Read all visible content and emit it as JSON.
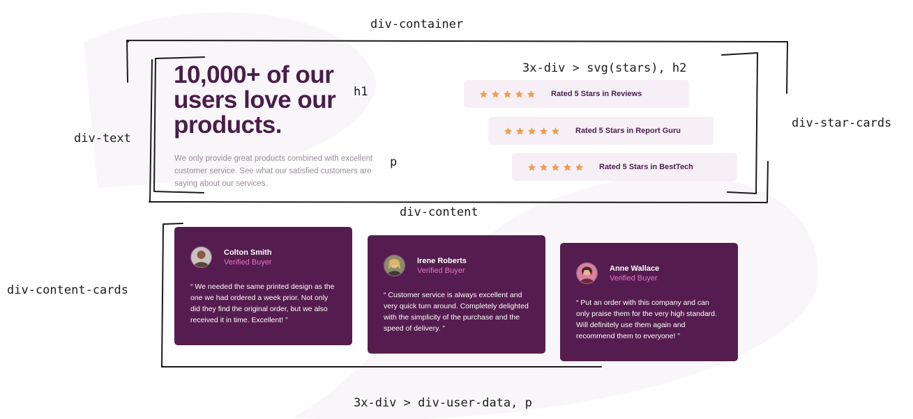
{
  "annotations": {
    "div_container": "div-container",
    "div_text": "div-text",
    "h1": "h1",
    "p": "p",
    "star_cards_title": "3x-div > svg(stars), h2",
    "div_star_cards": "div-star-cards",
    "div_content": "div-content",
    "div_content_cards": "div-content-cards",
    "content_cards_title": "3x-div > div-user-data, p"
  },
  "hero": {
    "heading": "10,000+ of our users love our products.",
    "paragraph": "We only provide great products combined with excellent customer service. See what our satisfied customers are saying about our services."
  },
  "star_cards": [
    {
      "label": "Rated 5 Stars in Reviews",
      "stars": 5
    },
    {
      "label": "Rated 5 Stars in Report Guru",
      "stars": 5
    },
    {
      "label": "Rated 5 Stars in BestTech",
      "stars": 5
    }
  ],
  "testimonials": [
    {
      "name": "Colton Smith",
      "role": "Verified Buyer",
      "quote": "“ We needed the same printed design as the one we had ordered a week prior. Not only did they find the original order, but we also received it in time. Excellent! ”"
    },
    {
      "name": "Irene Roberts",
      "role": "Verified Buyer",
      "quote": "“ Customer service is always excellent and very quick turn around. Completely delighted with the simplicity of the purchase and the speed of delivery. ”"
    },
    {
      "name": "Anne Wallace",
      "role": "Verified Buyer",
      "quote": "“ Put an order with this company and can only praise them for the very high standard. Will definitely use them again and recommend them to everyone! ”"
    }
  ],
  "colors": {
    "heading": "#4a1d4a",
    "star": "#ee9d4f",
    "star_card_bg": "#f6f0f6",
    "card_bg": "#551d4f",
    "role": "#e673c9"
  },
  "icons": {
    "star": "star-icon",
    "avatar": "avatar"
  }
}
